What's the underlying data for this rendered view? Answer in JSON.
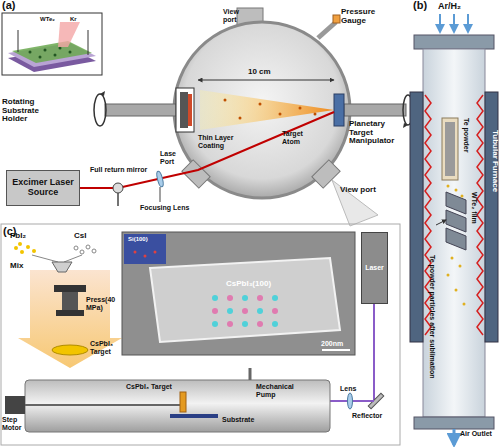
{
  "diagram": {
    "nodes": [
      {
        "text": [
          "Excimer Laser Source"
        ]
      },
      {
        "text": [
          "Laser"
        ]
      }
    ],
    "labels": [
      "(a)",
      "View port",
      "Pressure Gauge",
      "Rotating Substrate Holder",
      "10 cm",
      "Thin Layer Coating",
      "Target Atom",
      "Planetary Target Manipulator",
      "Lase Port",
      "View port",
      "Full return mirror",
      "Focusing Lens",
      "(b)",
      "Ar/H₂",
      "Te powder",
      "WTe₂ film",
      "Tubular Furnace",
      "Te powder particles after sublimation",
      "Air Outlet",
      "(c)",
      "PbI₂",
      "CsI",
      "Mix",
      "Press(40 MPa)",
      "CsPbI₃ Target",
      "Si(100)",
      "CsPbI₃(100)",
      "200nm",
      "Reflector",
      "Lens",
      "CsPbI₃ Target",
      "Substrate",
      "Step Motor",
      "Mechanical Pump",
      "WTe₂",
      "Kr"
    ]
  }
}
